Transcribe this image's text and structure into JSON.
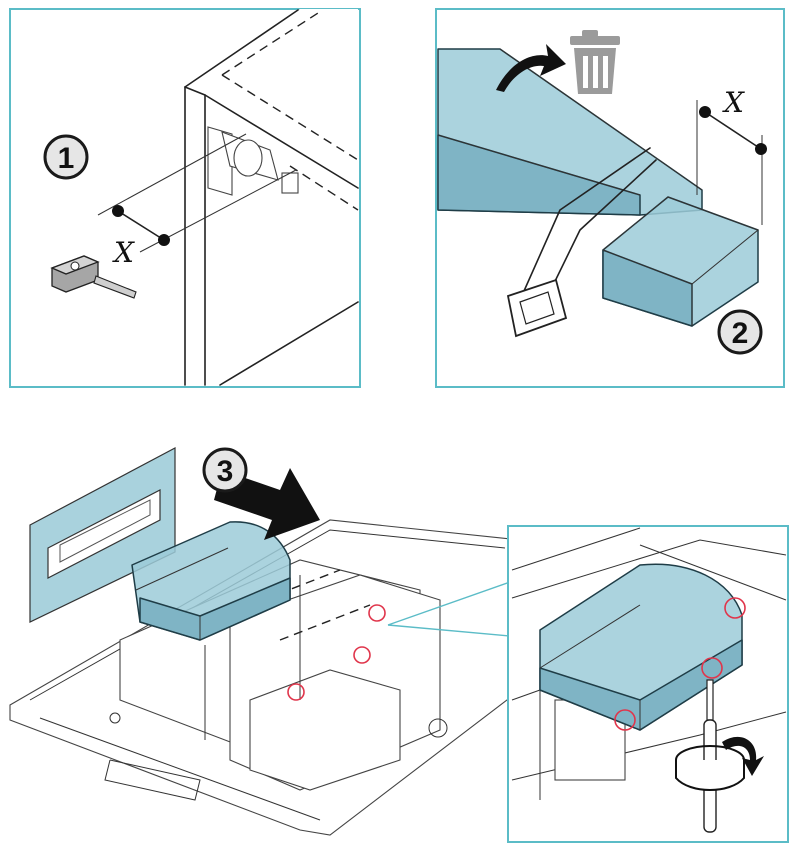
{
  "steps": [
    {
      "number": "1",
      "measure_label": "X"
    },
    {
      "number": "2",
      "measure_label": "X"
    },
    {
      "number": "3"
    }
  ],
  "icons": [
    "tape-measure-icon",
    "hacksaw-icon",
    "trash-bin-icon",
    "curved-arrow-icon",
    "big-arrow-icon",
    "screwdriver-icon",
    "rotation-arrow-icon"
  ],
  "colors": {
    "frame": "#5bbcc7",
    "duct": "#9ccbd8",
    "screw_highlight": "#e0354b",
    "trash": "#9b9b9b"
  }
}
